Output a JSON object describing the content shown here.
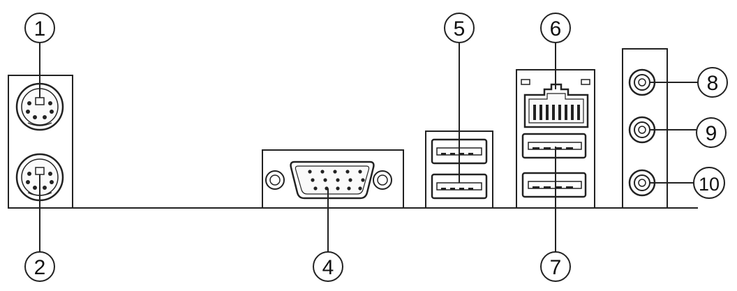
{
  "diagram": {
    "callouts": [
      {
        "label": "1",
        "name": "ps2-mouse-port"
      },
      {
        "label": "2",
        "name": "ps2-keyboard-port"
      },
      {
        "label": "4",
        "name": "vga-port"
      },
      {
        "label": "5",
        "name": "usb-ports-pair"
      },
      {
        "label": "6",
        "name": "rj45-lan-port"
      },
      {
        "label": "7",
        "name": "usb-ports-under-lan"
      },
      {
        "label": "8",
        "name": "audio-line-in-jack"
      },
      {
        "label": "9",
        "name": "audio-line-out-jack"
      },
      {
        "label": "10",
        "name": "audio-mic-in-jack"
      }
    ],
    "colors": {
      "stroke": "#222222",
      "fill": "#ffffff",
      "port_fill": "#f6f6f6"
    }
  }
}
